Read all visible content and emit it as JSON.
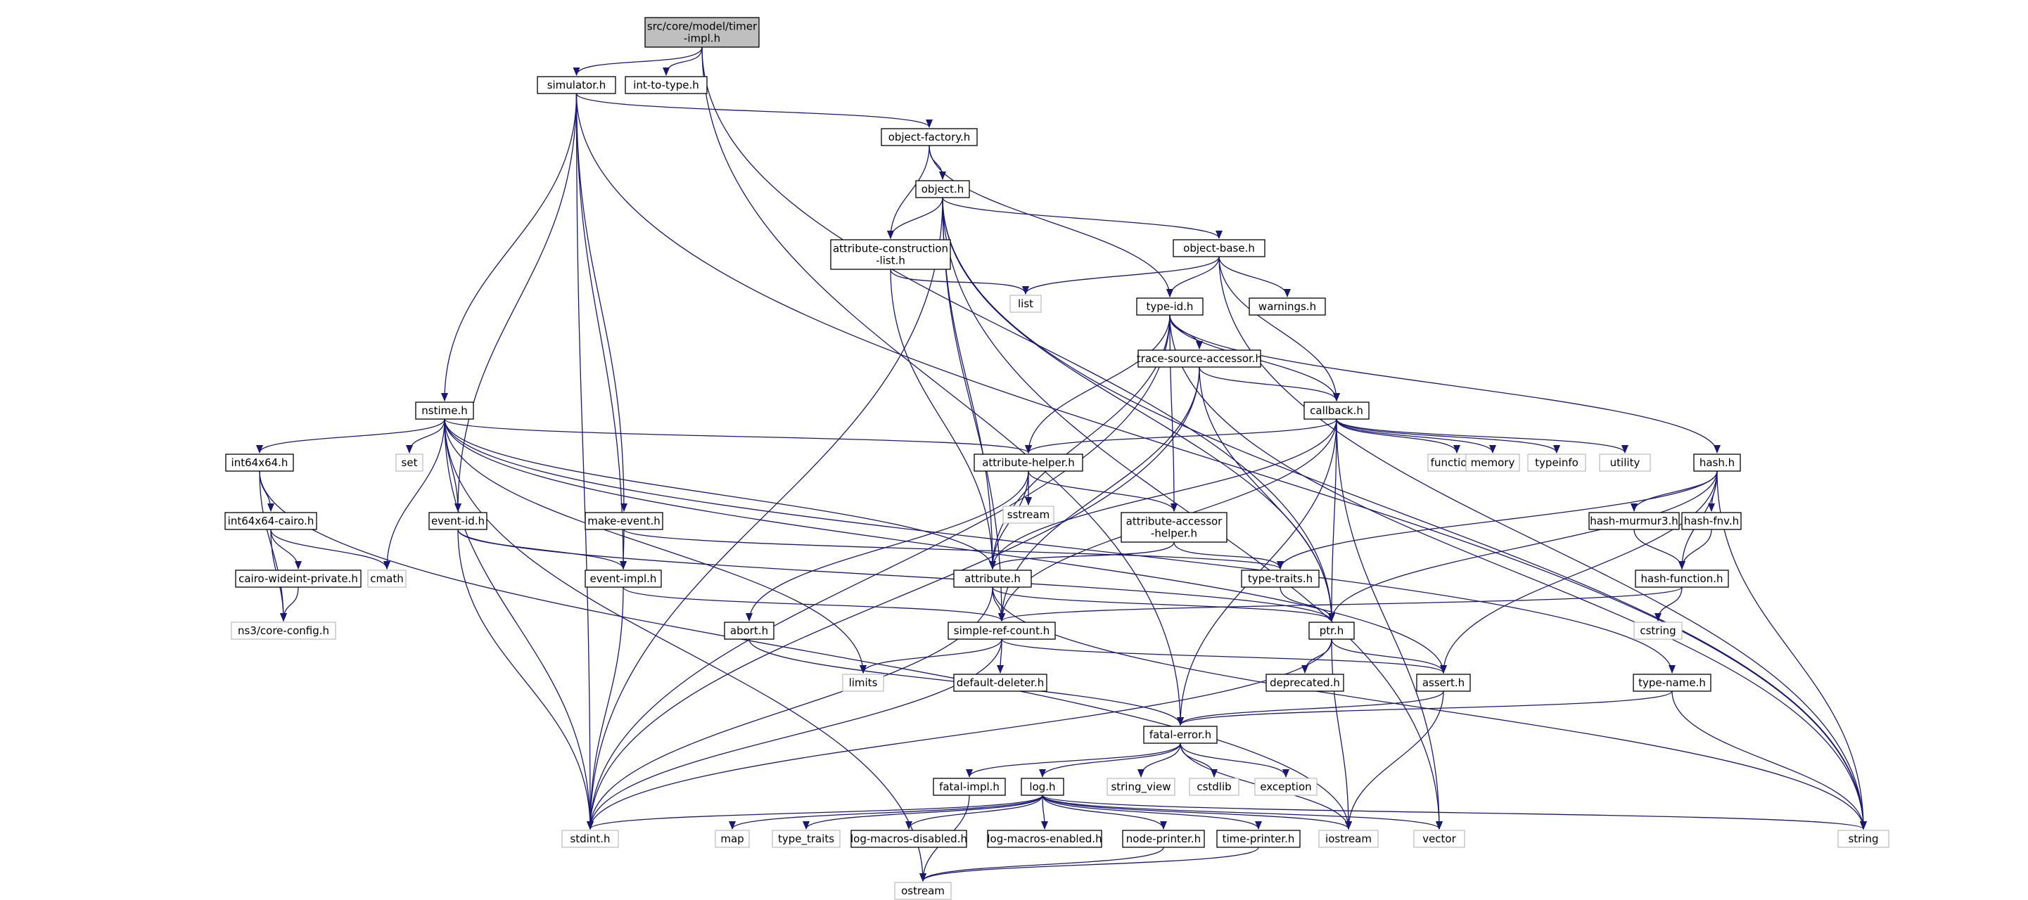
{
  "colors": {
    "edge": "#191970",
    "root_fill": "#bfbfbf",
    "node_border": "#000000",
    "external_border": "#bfbfbf",
    "text": "#000000",
    "background": "#ffffff"
  },
  "nodes": [
    {
      "id": "root",
      "lines": [
        "src/core/model/timer",
        "-impl.h"
      ],
      "kind": "root"
    },
    {
      "id": "simulator",
      "lines": [
        "simulator.h"
      ],
      "kind": "file"
    },
    {
      "id": "int_to_type",
      "lines": [
        "int-to-type.h"
      ],
      "kind": "file"
    },
    {
      "id": "object_factory",
      "lines": [
        "object-factory.h"
      ],
      "kind": "file"
    },
    {
      "id": "object",
      "lines": [
        "object.h"
      ],
      "kind": "file"
    },
    {
      "id": "attr_construction",
      "lines": [
        "attribute-construction",
        "-list.h"
      ],
      "kind": "file"
    },
    {
      "id": "object_base",
      "lines": [
        "object-base.h"
      ],
      "kind": "file"
    },
    {
      "id": "list",
      "lines": [
        "list"
      ],
      "kind": "external"
    },
    {
      "id": "type_id",
      "lines": [
        "type-id.h"
      ],
      "kind": "file"
    },
    {
      "id": "warnings",
      "lines": [
        "warnings.h"
      ],
      "kind": "file"
    },
    {
      "id": "trace_source",
      "lines": [
        "trace-source-accessor.h"
      ],
      "kind": "file"
    },
    {
      "id": "callback",
      "lines": [
        "callback.h"
      ],
      "kind": "file"
    },
    {
      "id": "nstime",
      "lines": [
        "nstime.h"
      ],
      "kind": "file"
    },
    {
      "id": "set",
      "lines": [
        "set"
      ],
      "kind": "external"
    },
    {
      "id": "int64x64",
      "lines": [
        "int64x64.h"
      ],
      "kind": "file"
    },
    {
      "id": "attribute_helper",
      "lines": [
        "attribute-helper.h"
      ],
      "kind": "file"
    },
    {
      "id": "functional",
      "lines": [
        "functional"
      ],
      "kind": "external"
    },
    {
      "id": "memory",
      "lines": [
        "memory"
      ],
      "kind": "external"
    },
    {
      "id": "typeinfo",
      "lines": [
        "typeinfo"
      ],
      "kind": "external"
    },
    {
      "id": "utility",
      "lines": [
        "utility"
      ],
      "kind": "external"
    },
    {
      "id": "hash",
      "lines": [
        "hash.h"
      ],
      "kind": "file"
    },
    {
      "id": "sstream",
      "lines": [
        "sstream"
      ],
      "kind": "external"
    },
    {
      "id": "int64x64_cairo",
      "lines": [
        "int64x64-cairo.h"
      ],
      "kind": "file"
    },
    {
      "id": "event_id",
      "lines": [
        "event-id.h"
      ],
      "kind": "file"
    },
    {
      "id": "make_event",
      "lines": [
        "make-event.h"
      ],
      "kind": "file"
    },
    {
      "id": "attr_accessor",
      "lines": [
        "attribute-accessor",
        "-helper.h"
      ],
      "kind": "file"
    },
    {
      "id": "hash_murmur3",
      "lines": [
        "hash-murmur3.h"
      ],
      "kind": "file"
    },
    {
      "id": "hash_fnv",
      "lines": [
        "hash-fnv.h"
      ],
      "kind": "file"
    },
    {
      "id": "cairo_wideint",
      "lines": [
        "cairo-wideint-private.h"
      ],
      "kind": "file"
    },
    {
      "id": "cmath",
      "lines": [
        "cmath"
      ],
      "kind": "external"
    },
    {
      "id": "event_impl",
      "lines": [
        "event-impl.h"
      ],
      "kind": "file"
    },
    {
      "id": "attribute",
      "lines": [
        "attribute.h"
      ],
      "kind": "file"
    },
    {
      "id": "type_traits_h",
      "lines": [
        "type-traits.h"
      ],
      "kind": "file"
    },
    {
      "id": "hash_function",
      "lines": [
        "hash-function.h"
      ],
      "kind": "file"
    },
    {
      "id": "ns3_core_config",
      "lines": [
        "ns3/core-config.h"
      ],
      "kind": "external"
    },
    {
      "id": "abort",
      "lines": [
        "abort.h"
      ],
      "kind": "file"
    },
    {
      "id": "simple_ref_count",
      "lines": [
        "simple-ref-count.h"
      ],
      "kind": "file"
    },
    {
      "id": "ptr",
      "lines": [
        "ptr.h"
      ],
      "kind": "file"
    },
    {
      "id": "cstring",
      "lines": [
        "cstring"
      ],
      "kind": "external"
    },
    {
      "id": "limits",
      "lines": [
        "limits"
      ],
      "kind": "external"
    },
    {
      "id": "default_deleter",
      "lines": [
        "default-deleter.h"
      ],
      "kind": "file"
    },
    {
      "id": "deprecated",
      "lines": [
        "deprecated.h"
      ],
      "kind": "file"
    },
    {
      "id": "assert",
      "lines": [
        "assert.h"
      ],
      "kind": "file"
    },
    {
      "id": "type_name",
      "lines": [
        "type-name.h"
      ],
      "kind": "file"
    },
    {
      "id": "fatal_error",
      "lines": [
        "fatal-error.h"
      ],
      "kind": "file"
    },
    {
      "id": "fatal_impl",
      "lines": [
        "fatal-impl.h"
      ],
      "kind": "file"
    },
    {
      "id": "log",
      "lines": [
        "log.h"
      ],
      "kind": "file"
    },
    {
      "id": "string_view",
      "lines": [
        "string_view"
      ],
      "kind": "external"
    },
    {
      "id": "cstdlib",
      "lines": [
        "cstdlib"
      ],
      "kind": "external"
    },
    {
      "id": "exception",
      "lines": [
        "exception"
      ],
      "kind": "external"
    },
    {
      "id": "stdint",
      "lines": [
        "stdint.h"
      ],
      "kind": "external"
    },
    {
      "id": "map",
      "lines": [
        "map"
      ],
      "kind": "external"
    },
    {
      "id": "type_traits",
      "lines": [
        "type_traits"
      ],
      "kind": "external"
    },
    {
      "id": "log_macros_disabled",
      "lines": [
        "log-macros-disabled.h"
      ],
      "kind": "file"
    },
    {
      "id": "log_macros_enabled",
      "lines": [
        "log-macros-enabled.h"
      ],
      "kind": "file"
    },
    {
      "id": "node_printer",
      "lines": [
        "node-printer.h"
      ],
      "kind": "file"
    },
    {
      "id": "time_printer",
      "lines": [
        "time-printer.h"
      ],
      "kind": "file"
    },
    {
      "id": "iostream",
      "lines": [
        "iostream"
      ],
      "kind": "external"
    },
    {
      "id": "vector",
      "lines": [
        "vector"
      ],
      "kind": "external"
    },
    {
      "id": "string",
      "lines": [
        "string"
      ],
      "kind": "external"
    },
    {
      "id": "ostream",
      "lines": [
        "ostream"
      ],
      "kind": "external"
    }
  ],
  "edges": [
    [
      "root",
      "simulator"
    ],
    [
      "root",
      "int_to_type"
    ],
    [
      "root",
      "fatal_error"
    ],
    [
      "root",
      "ptr"
    ],
    [
      "simulator",
      "object_factory"
    ],
    [
      "simulator",
      "nstime"
    ],
    [
      "simulator",
      "event_id"
    ],
    [
      "simulator",
      "event_impl"
    ],
    [
      "simulator",
      "make_event"
    ],
    [
      "simulator",
      "stdint"
    ],
    [
      "simulator",
      "string"
    ],
    [
      "object_factory",
      "object"
    ],
    [
      "object_factory",
      "attr_construction"
    ],
    [
      "object_factory",
      "type_id"
    ],
    [
      "object",
      "attr_construction"
    ],
    [
      "object",
      "object_base"
    ],
    [
      "object",
      "attribute"
    ],
    [
      "object",
      "simple_ref_count"
    ],
    [
      "object",
      "ptr"
    ],
    [
      "object",
      "stdint"
    ],
    [
      "object",
      "string"
    ],
    [
      "object",
      "vector"
    ],
    [
      "attr_construction",
      "attribute"
    ],
    [
      "attr_construction",
      "list"
    ],
    [
      "object_base",
      "type_id"
    ],
    [
      "object_base",
      "warnings"
    ],
    [
      "object_base",
      "callback"
    ],
    [
      "object_base",
      "list"
    ],
    [
      "object_base",
      "string"
    ],
    [
      "type_id",
      "trace_source"
    ],
    [
      "type_id",
      "callback"
    ],
    [
      "type_id",
      "attribute"
    ],
    [
      "type_id",
      "attribute_helper"
    ],
    [
      "type_id",
      "attr_accessor"
    ],
    [
      "type_id",
      "hash"
    ],
    [
      "type_id",
      "stdint"
    ],
    [
      "type_id",
      "string"
    ],
    [
      "trace_source",
      "callback"
    ],
    [
      "trace_source",
      "ptr"
    ],
    [
      "trace_source",
      "simple_ref_count"
    ],
    [
      "trace_source",
      "stdint"
    ],
    [
      "callback",
      "attribute"
    ],
    [
      "callback",
      "attribute_helper"
    ],
    [
      "callback",
      "fatal_error"
    ],
    [
      "callback",
      "ptr"
    ],
    [
      "callback",
      "simple_ref_count"
    ],
    [
      "callback",
      "functional"
    ],
    [
      "callback",
      "memory"
    ],
    [
      "callback",
      "typeinfo"
    ],
    [
      "callback",
      "utility"
    ],
    [
      "callback",
      "vector"
    ],
    [
      "nstime",
      "int64x64"
    ],
    [
      "nstime",
      "attribute"
    ],
    [
      "nstime",
      "attribute_helper"
    ],
    [
      "nstime",
      "event_id"
    ],
    [
      "nstime",
      "assert"
    ],
    [
      "nstime",
      "type_name"
    ],
    [
      "nstime",
      "set"
    ],
    [
      "nstime",
      "cmath"
    ],
    [
      "nstime",
      "limits"
    ],
    [
      "nstime",
      "stdint"
    ],
    [
      "nstime",
      "ostream"
    ],
    [
      "int64x64",
      "int64x64_cairo"
    ],
    [
      "int64x64",
      "ns3_core_config"
    ],
    [
      "int64x64",
      "iostream"
    ],
    [
      "int64x64_cairo",
      "cairo_wideint"
    ],
    [
      "int64x64_cairo",
      "ns3_core_config"
    ],
    [
      "int64x64_cairo",
      "cmath"
    ],
    [
      "cairo_wideint",
      "ns3_core_config"
    ],
    [
      "attribute_helper",
      "attribute"
    ],
    [
      "attribute_helper",
      "attr_accessor"
    ],
    [
      "attribute_helper",
      "abort"
    ],
    [
      "attribute_helper",
      "sstream"
    ],
    [
      "attr_accessor",
      "attribute"
    ],
    [
      "attr_accessor",
      "type_traits_h"
    ],
    [
      "event_id",
      "event_impl"
    ],
    [
      "event_id",
      "ptr"
    ],
    [
      "event_id",
      "stdint"
    ],
    [
      "make_event",
      "event_impl"
    ],
    [
      "make_event",
      "type_traits_h"
    ],
    [
      "event_impl",
      "simple_ref_count"
    ],
    [
      "event_impl",
      "stdint"
    ],
    [
      "attribute",
      "ptr"
    ],
    [
      "attribute",
      "simple_ref_count"
    ],
    [
      "attribute",
      "string"
    ],
    [
      "attribute",
      "stdint"
    ],
    [
      "hash",
      "assert"
    ],
    [
      "hash",
      "ptr"
    ],
    [
      "hash",
      "hash_function"
    ],
    [
      "hash",
      "hash_murmur3"
    ],
    [
      "hash",
      "hash_fnv"
    ],
    [
      "hash",
      "string"
    ],
    [
      "hash",
      "type_traits_h"
    ],
    [
      "hash_murmur3",
      "hash_function"
    ],
    [
      "hash_fnv",
      "hash_function"
    ],
    [
      "hash_function",
      "simple_ref_count"
    ],
    [
      "hash_function",
      "cstring"
    ],
    [
      "type_traits_h",
      "ptr"
    ],
    [
      "abort",
      "fatal_error"
    ],
    [
      "simple_ref_count",
      "assert"
    ],
    [
      "simple_ref_count",
      "default_deleter"
    ],
    [
      "simple_ref_count",
      "limits"
    ],
    [
      "simple_ref_count",
      "stdint"
    ],
    [
      "ptr",
      "assert"
    ],
    [
      "ptr",
      "deprecated"
    ],
    [
      "ptr",
      "iostream"
    ],
    [
      "ptr",
      "stdint"
    ],
    [
      "assert",
      "fatal_error"
    ],
    [
      "assert",
      "iostream"
    ],
    [
      "type_name",
      "fatal_error"
    ],
    [
      "type_name",
      "string"
    ],
    [
      "fatal_error",
      "fatal_impl"
    ],
    [
      "fatal_error",
      "log"
    ],
    [
      "fatal_error",
      "string_view"
    ],
    [
      "fatal_error",
      "cstdlib"
    ],
    [
      "fatal_error",
      "exception"
    ],
    [
      "fatal_error",
      "iostream"
    ],
    [
      "fatal_impl",
      "ostream"
    ],
    [
      "log",
      "log_macros_disabled"
    ],
    [
      "log",
      "log_macros_enabled"
    ],
    [
      "log",
      "node_printer"
    ],
    [
      "log",
      "time_printer"
    ],
    [
      "log",
      "map"
    ],
    [
      "log",
      "type_traits"
    ],
    [
      "log",
      "iostream"
    ],
    [
      "log",
      "string"
    ],
    [
      "log",
      "vector"
    ],
    [
      "log",
      "stdint"
    ],
    [
      "node_printer",
      "ostream"
    ],
    [
      "time_printer",
      "ostream"
    ]
  ]
}
